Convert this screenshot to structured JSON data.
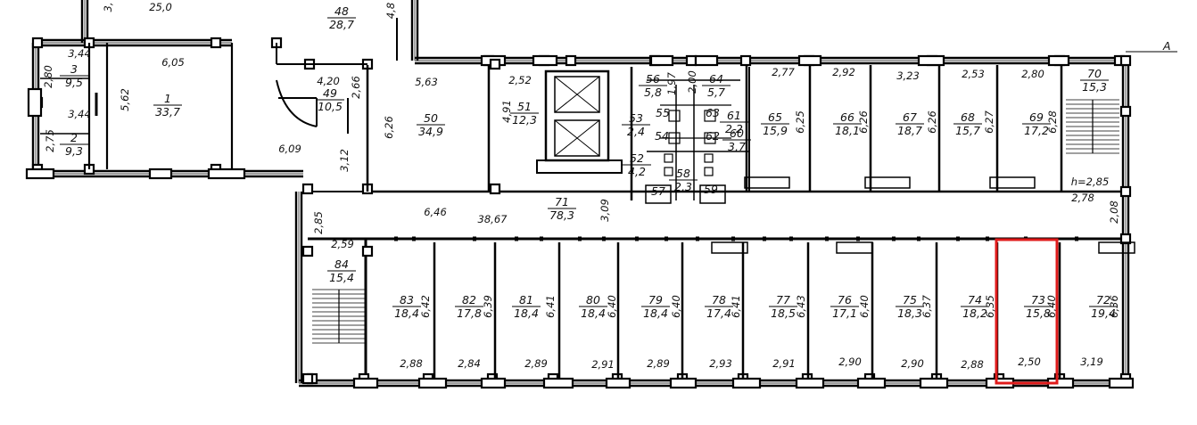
{
  "plan": {
    "axis_label": "A",
    "height_note": "h=2,85",
    "highlight_color": "#e01b1b",
    "rooms": [
      {
        "id": "r1",
        "num": "1",
        "area": "33,7"
      },
      {
        "id": "r2",
        "num": "2",
        "area": "9,3"
      },
      {
        "id": "r3",
        "num": "3",
        "area": "9,5"
      },
      {
        "id": "r48",
        "num": "48",
        "area": "28,7"
      },
      {
        "id": "r49",
        "num": "49",
        "area": "10,5"
      },
      {
        "id": "r50",
        "num": "50",
        "area": "34,9"
      },
      {
        "id": "r51",
        "num": "51",
        "area": "12,3"
      },
      {
        "id": "r52",
        "num": "52",
        "area": "4,2"
      },
      {
        "id": "r53",
        "num": "53",
        "area": "2,4"
      },
      {
        "id": "r54",
        "num": "54",
        "area": ""
      },
      {
        "id": "r55",
        "num": "55",
        "area": ""
      },
      {
        "id": "r56",
        "num": "56",
        "area": "5,8"
      },
      {
        "id": "r57",
        "num": "57",
        "area": ""
      },
      {
        "id": "r58",
        "num": "58",
        "area": "2,3"
      },
      {
        "id": "r59",
        "num": "59",
        "area": ""
      },
      {
        "id": "r60",
        "num": "60",
        "area": "3,7"
      },
      {
        "id": "r61",
        "num": "61",
        "area": "2,2"
      },
      {
        "id": "r62",
        "num": "62",
        "area": ""
      },
      {
        "id": "r63",
        "num": "63",
        "area": ""
      },
      {
        "id": "r64",
        "num": "64",
        "area": "5,7"
      },
      {
        "id": "r65",
        "num": "65",
        "area": "15,9"
      },
      {
        "id": "r66",
        "num": "66",
        "area": "18,1"
      },
      {
        "id": "r67",
        "num": "67",
        "area": "18,7"
      },
      {
        "id": "r68",
        "num": "68",
        "area": "15,7"
      },
      {
        "id": "r69",
        "num": "69",
        "area": "17,2"
      },
      {
        "id": "r70",
        "num": "70",
        "area": "15,3"
      },
      {
        "id": "r71",
        "num": "71",
        "area": "78,3"
      },
      {
        "id": "r72",
        "num": "72",
        "area": "19,4"
      },
      {
        "id": "r73",
        "num": "73",
        "area": "15,8"
      },
      {
        "id": "r74",
        "num": "74",
        "area": "18,2"
      },
      {
        "id": "r75",
        "num": "75",
        "area": "18,3"
      },
      {
        "id": "r76",
        "num": "76",
        "area": "17,1"
      },
      {
        "id": "r77",
        "num": "77",
        "area": "18,5"
      },
      {
        "id": "r78",
        "num": "78",
        "area": "17,4"
      },
      {
        "id": "r79",
        "num": "79",
        "area": "18,4"
      },
      {
        "id": "r80",
        "num": "80",
        "area": "18,4"
      },
      {
        "id": "r81",
        "num": "81",
        "area": "18,4"
      },
      {
        "id": "r82",
        "num": "82",
        "area": "17,8"
      },
      {
        "id": "r83",
        "num": "83",
        "area": "18,4"
      },
      {
        "id": "r84",
        "num": "84",
        "area": "15,4"
      }
    ],
    "dims": [
      "25,0",
      "3,",
      "4,8",
      "3,44",
      "2,80",
      "6,05",
      "3,44",
      "5,62",
      "2,75",
      "6,09",
      "4,20",
      "2,66",
      "5,63",
      "6,26",
      "3,12",
      "6,46",
      "2,52",
      "4,91",
      "1,97",
      "2,00",
      "38,67",
      "3,09",
      "2,77",
      "6,25",
      "2,92",
      "6,26",
      "3,23",
      "6,26",
      "2,53",
      "6,27",
      "2,80",
      "6,28",
      "2,78",
      "2,08",
      "2,85",
      "2,59",
      "6,42",
      "6,39",
      "6,41",
      "6,40",
      "6,40",
      "6,41",
      "6,43",
      "6,40",
      "6,37",
      "6,35",
      "6,40",
      "6,36",
      "2,88",
      "2,84",
      "2,89",
      "2,91",
      "2,89",
      "2,93",
      "2,91",
      "2,90",
      "2,90",
      "2,88",
      "2,50",
      "3,19"
    ]
  }
}
